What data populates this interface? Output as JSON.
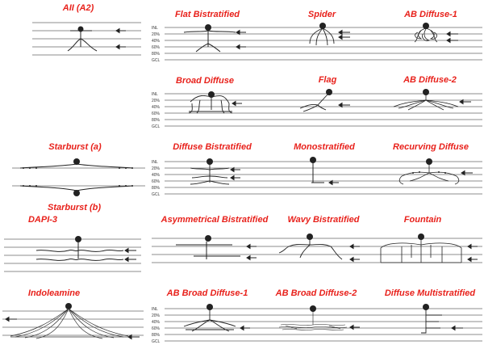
{
  "colors": {
    "title": "#e8211b",
    "ink": "#222222",
    "line": "#555555"
  },
  "layer_labels": [
    "INL",
    "20%",
    "40%",
    "60%",
    "80%",
    "GCL"
  ],
  "cells": {
    "all_a2": "AII (A2)",
    "starburst_a": "Starburst (a)",
    "starburst_b": "Starburst (b)",
    "dapi3": "DAPI-3",
    "indoleamine": "Indoleamine",
    "flat_bistratified": "Flat Bistratified",
    "spider": "Spider",
    "ab_diffuse_1": "AB Diffuse-1",
    "broad_diffuse": "Broad Diffuse",
    "flag": "Flag",
    "ab_diffuse_2": "AB Diffuse-2",
    "diffuse_bistratified": "Diffuse Bistratified",
    "monostratified": "Monostratified",
    "recurving_diffuse": "Recurving Diffuse",
    "asymmetrical_bistratified": "Asymmetrical Bistratified",
    "wavy_bistratified": "Wavy Bistratified",
    "fountain": "Fountain",
    "ab_broad_diffuse_1": "AB Broad Diffuse-1",
    "ab_broad_diffuse_2": "AB Broad Diffuse-2",
    "diffuse_multistratified": "Diffuse Multistratified"
  }
}
